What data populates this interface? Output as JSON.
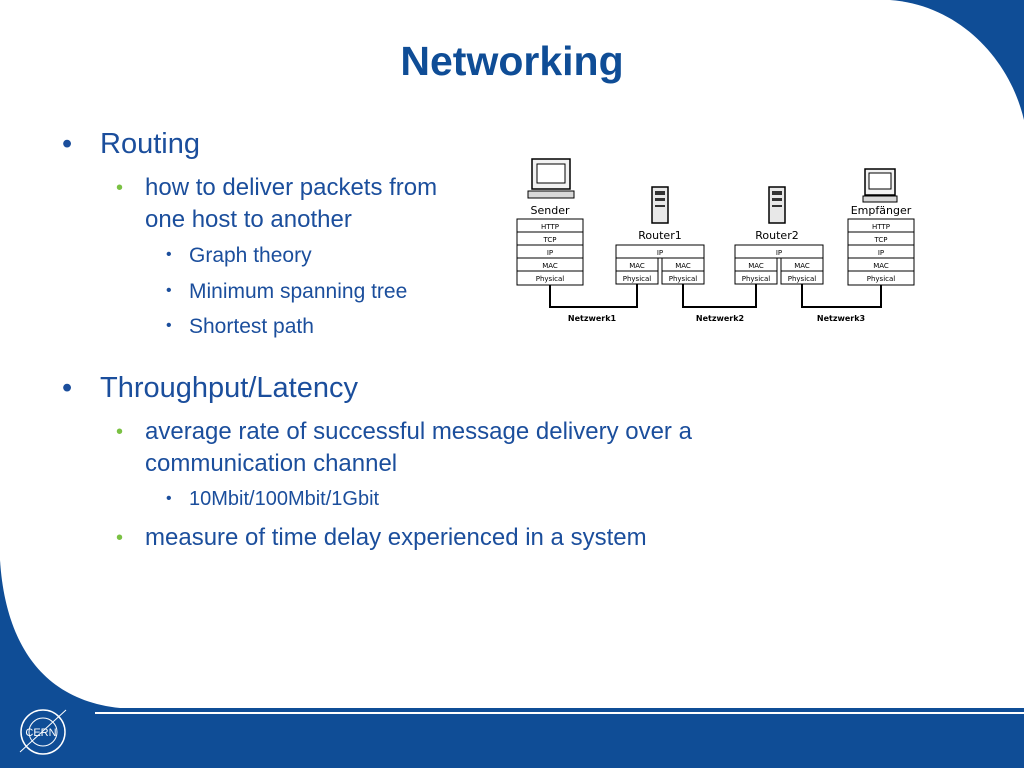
{
  "title": "Networking",
  "bullets": {
    "routing": {
      "label": "Routing",
      "sub": "how to deliver packets from one host to another",
      "sub_line1": "how to deliver packets from",
      "sub_line2": "one host to another",
      "items": [
        "Graph theory",
        "Minimum spanning tree",
        "Shortest path"
      ]
    },
    "throughput": {
      "label": "Throughput/Latency",
      "sub1_line1": "average rate of successful message delivery over a",
      "sub1_line2": "communication channel",
      "sub1_item": "10Mbit/100Mbit/1Gbit",
      "sub2": "measure of time delay experienced in a system"
    }
  },
  "diagram": {
    "sender": "Sender",
    "router1": "Router1",
    "router2": "Router2",
    "receiver": "Empfänger",
    "stack_layers": [
      "HTTP",
      "TCP",
      "IP",
      "MAC",
      "Physical"
    ],
    "router_layers": {
      "ip": "IP",
      "mac": "MAC",
      "physical": "Physical"
    },
    "networks": [
      "Netzwerk1",
      "Netzwerk2",
      "Netzwerk3"
    ]
  },
  "logo": {
    "text": "CERN"
  },
  "colors": {
    "frame_blue": "#0f4d96",
    "text_blue": "#1b4e9c",
    "bullet_green": "#7ac143"
  }
}
